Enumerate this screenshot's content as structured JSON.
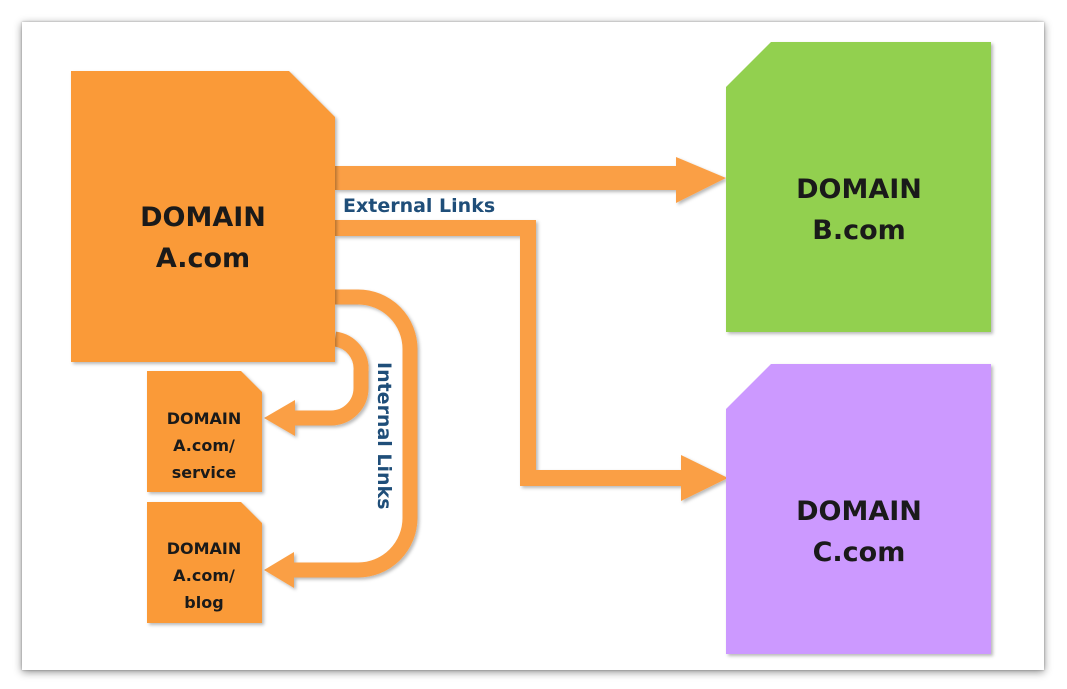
{
  "domain_a": {
    "line1": "DOMAIN",
    "line2": "A.com"
  },
  "domain_b": {
    "line1": "DOMAIN",
    "line2": "B.com"
  },
  "domain_c": {
    "line1": "DOMAIN",
    "line2": "C.com"
  },
  "page_service": {
    "line1": "DOMAIN",
    "line2": "A.com/",
    "line3": "service"
  },
  "page_blog": {
    "line1": "DOMAIN",
    "line2": "A.com/",
    "line3": "blog"
  },
  "labels": {
    "external": "External Links",
    "internal": "Internal Links"
  },
  "colors": {
    "orange": "#fa9a38",
    "arrow": "#fa9f44",
    "green": "#92d050",
    "purple": "#cc99ff",
    "label_text": "#1f4e79"
  }
}
